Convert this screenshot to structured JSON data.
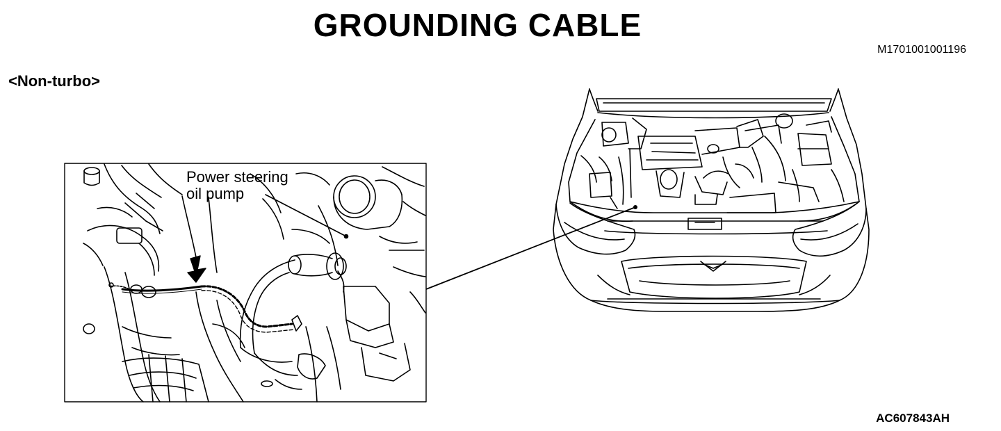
{
  "title": "GROUNDING CABLE",
  "document_id": "M1701001001196",
  "variant": "<Non-turbo>",
  "callout": {
    "line1": "Power steering",
    "line2": "oil pump"
  },
  "figure_code": "AC607843AH",
  "icons": [
    "arrow-down-icon",
    "grounding-cable-icon"
  ]
}
